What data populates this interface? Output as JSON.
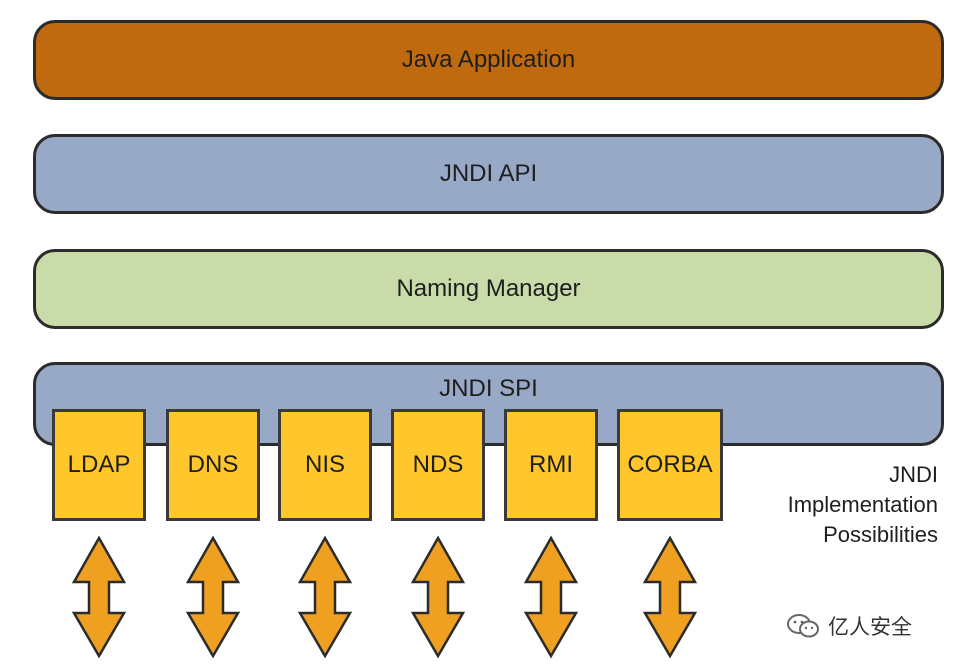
{
  "layers": {
    "app": "Java Application",
    "api": "JNDI API",
    "naming_manager": "Naming Manager",
    "spi": "JNDI SPI"
  },
  "implementations": [
    "LDAP",
    "DNS",
    "NIS",
    "NDS",
    "RMI",
    "CORBA"
  ],
  "caption": [
    "JNDI",
    "Implementation",
    "Possibilities"
  ],
  "watermark": "亿人安全",
  "colors": {
    "app": "#c06a10",
    "api": "#98a9c8",
    "naming_manager": "#c8dba8",
    "spi": "#98a9c8",
    "implementation": "#ffc72c",
    "arrow": "#f0a020"
  },
  "icons": {
    "arrow": "double-vertical-arrow-icon",
    "watermark": "wechat-icon"
  }
}
